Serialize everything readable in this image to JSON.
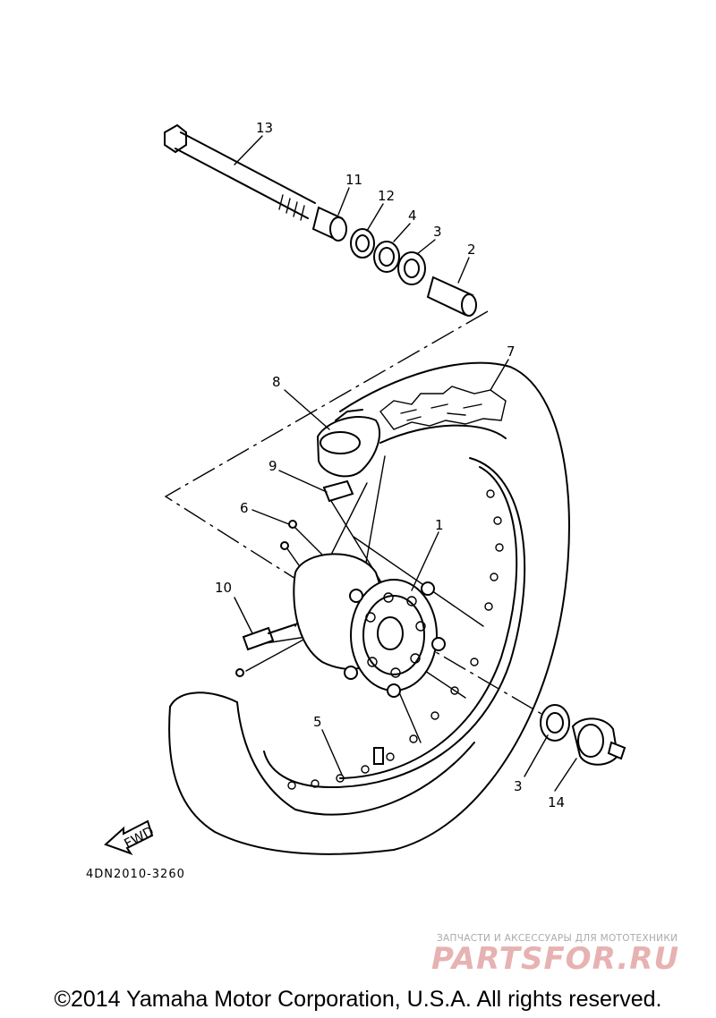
{
  "diagram": {
    "callouts": [
      "13",
      "11",
      "12",
      "4",
      "3",
      "2",
      "7",
      "8",
      "9",
      "6",
      "1",
      "10",
      "5",
      "3",
      "14"
    ],
    "fwd_label": "FWD",
    "code": "4DN2010-3260"
  },
  "watermark": {
    "tagline": "ЗАПЧАСТИ И АКСЕССУАРЫ ДЛЯ МОТОТЕХНИКИ",
    "logo": "PARTSFOR.RU"
  },
  "footer": {
    "copyright": "©2014 Yamaha Motor Corporation, U.S.A. All rights reserved."
  }
}
